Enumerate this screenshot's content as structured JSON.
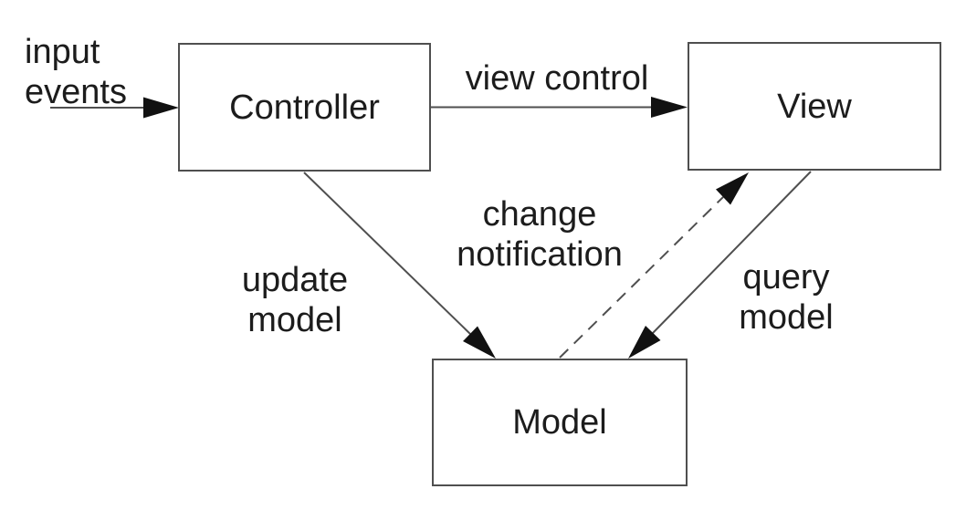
{
  "diagram": {
    "type": "architecture-diagram",
    "subject": "Model-View-Controller pattern",
    "nodes": [
      {
        "id": "controller",
        "label": "Controller"
      },
      {
        "id": "view",
        "label": "View"
      },
      {
        "id": "model",
        "label": "Model"
      }
    ],
    "edges": [
      {
        "id": "input-events",
        "label": "input\nevents",
        "from": "external",
        "to": "controller",
        "style": "solid"
      },
      {
        "id": "view-control",
        "label": "view control",
        "from": "controller",
        "to": "view",
        "style": "solid"
      },
      {
        "id": "update-model",
        "label": "update\nmodel",
        "from": "controller",
        "to": "model",
        "style": "solid"
      },
      {
        "id": "change-notification",
        "label": "change\nnotification",
        "from": "model",
        "to": "view",
        "style": "dashed"
      },
      {
        "id": "query-model",
        "label": "query\nmodel",
        "from": "view",
        "to": "model",
        "style": "solid"
      }
    ],
    "colors": {
      "background": "#ffffff",
      "box_border": "#4f4f4f",
      "line": "#4f4f4f",
      "arrowhead": "#111111",
      "text": "#1c1c1c"
    }
  }
}
